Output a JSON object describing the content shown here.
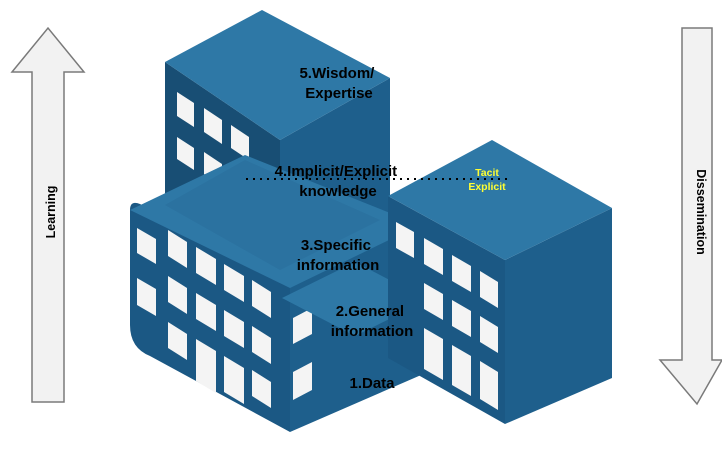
{
  "levels": [
    {
      "line1": "5.Wisdom/",
      "line2": "Expertise"
    },
    {
      "line1": "4.Implicit/Explicit",
      "line2": "knowledge"
    },
    {
      "line1": "3.Specific",
      "line2": "information"
    },
    {
      "line1": "2.General",
      "line2": "information"
    },
    {
      "line1": "1.Data"
    }
  ],
  "tacit_label": "Tacit",
  "explicit_label": "Explicit",
  "left_arrow_label": "Learning",
  "right_arrow_label": "Dissemination",
  "colors": {
    "building_front": "#1e5f8c",
    "building_side": "#184e74",
    "building_top": "#2e78a6",
    "window": "#f4f4f4",
    "highlight_text": "#ffff33",
    "arrow_fill": "#f2f2f2",
    "arrow_stroke": "#7a7a7a"
  }
}
